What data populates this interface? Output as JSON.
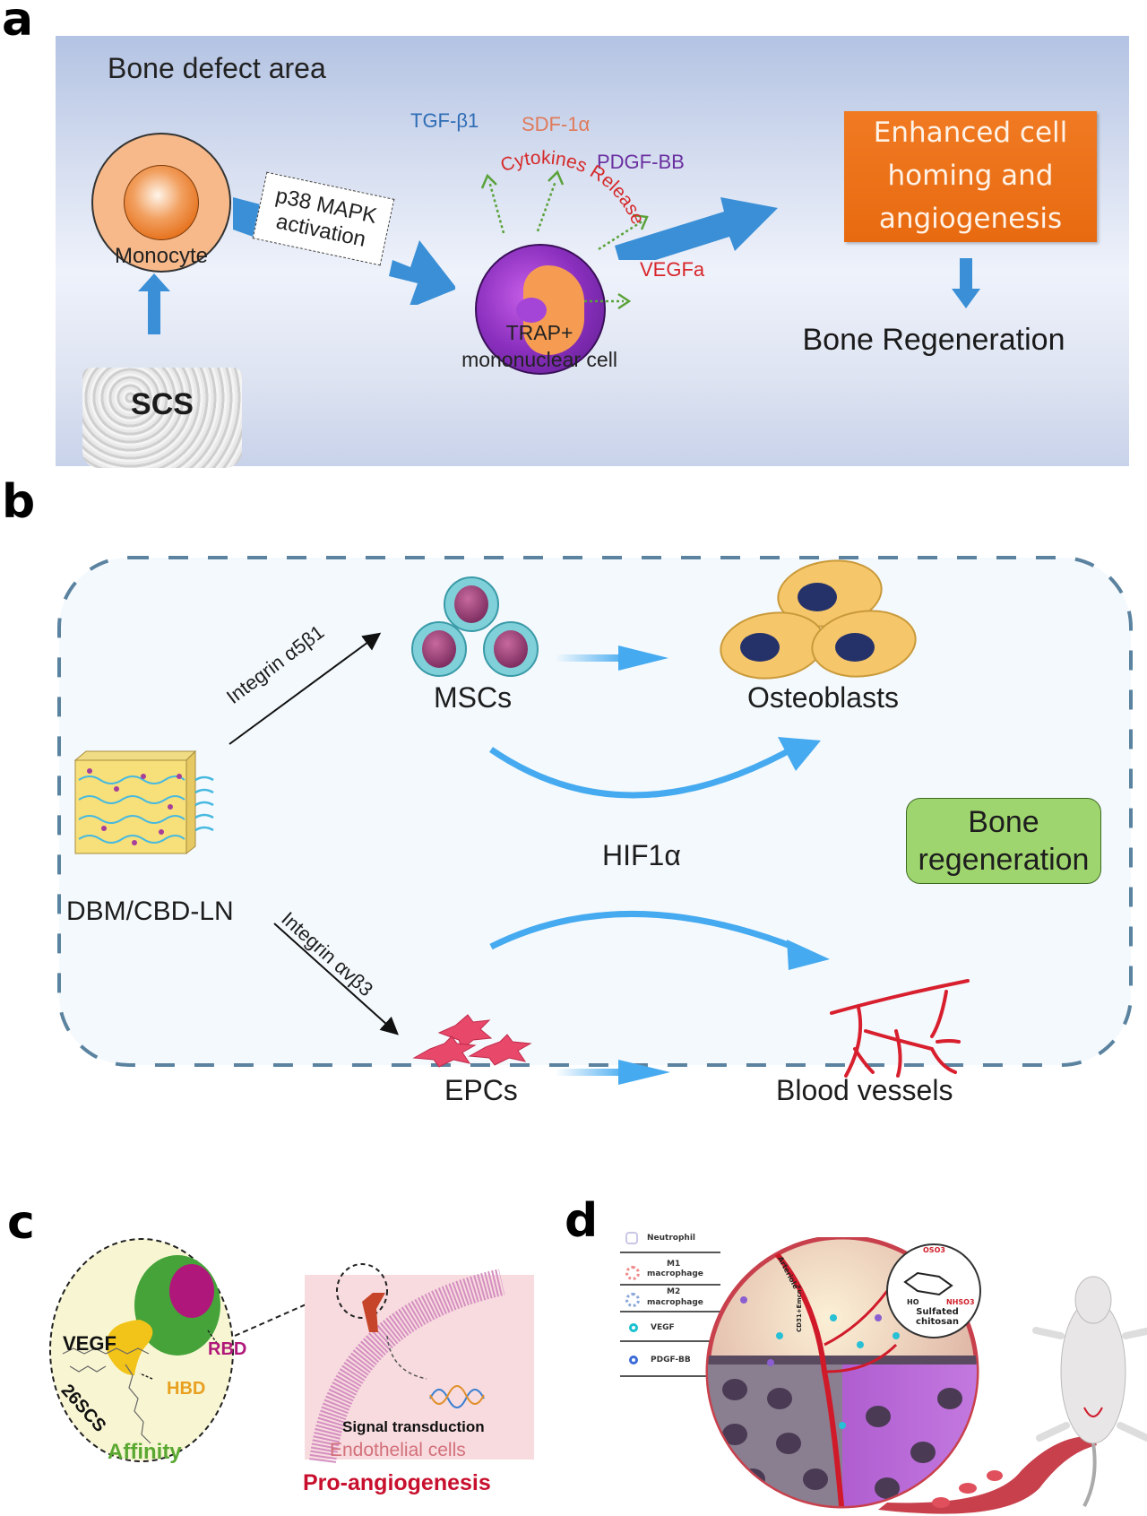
{
  "figure": {
    "panels": {
      "a": {
        "letter": "a",
        "title": "Bone defect area",
        "monocyte_label": "Monocyte",
        "scaffold_label": "SCS",
        "pathway_box": {
          "line1": "p38 MAPK",
          "line2": "activation"
        },
        "trap_cell_label": {
          "line1": "TRAP+",
          "line2": "mononuclear cell"
        },
        "release_label": "Cytokines Release",
        "cytokines": [
          {
            "name": "TGF-β1",
            "color": "#2f6db5"
          },
          {
            "name": "SDF-1α",
            "color": "#e07a5a"
          },
          {
            "name": "PDGF-BB",
            "color": "#6a2fa0"
          },
          {
            "name": "VEGFa",
            "color": "#d8262a"
          }
        ],
        "outcome_box": {
          "line1": "Enhanced cell",
          "line2": "homing and",
          "line3": "angiogenesis"
        },
        "final_outcome": "Bone Regeneration"
      },
      "b": {
        "letter": "b",
        "scaffold_label": "DBM/CBD-LN",
        "upper_pathway_label": "Integrin α5β1",
        "lower_pathway_label": "Integrin αvβ3",
        "msc_label": "MSCs",
        "osteoblast_label": "Osteoblasts",
        "epc_label": "EPCs",
        "vessel_label": "Blood vessels",
        "mediator_label": "HIF1α",
        "outcome_box": {
          "line1": "Bone",
          "line2": "regeneration"
        }
      },
      "c": {
        "letter": "c",
        "growth_factor_label": "VEGF",
        "rbd_label": "RBD",
        "hbd_label": "HBD",
        "polymer_label": "26SCS",
        "affinity_label": "Affinity",
        "signal_label": "Signal transduction",
        "cell_label": "Endothelial cells",
        "effect_label": "Pro-angiogenesis"
      },
      "d": {
        "letter": "d",
        "legend": [
          {
            "line1": "Neutrophil",
            "line2": "",
            "icon": "neutrophil-icon"
          },
          {
            "line1": "M1",
            "line2": "macrophage",
            "icon": "m1-macrophage-icon"
          },
          {
            "line1": "M2",
            "line2": "macrophage",
            "icon": "m2-macrophage-icon"
          },
          {
            "line1": "VEGF",
            "line2": "",
            "icon": "vegf-dot-icon"
          },
          {
            "line1": "PDGF-BB",
            "line2": "",
            "icon": "pdgf-dot-icon"
          }
        ],
        "vessel_label": "Arteriole",
        "marker_label": "CD31+Emcn+",
        "chem_groups": {
          "top": "OSO3",
          "left": "HO",
          "right": "NHSO3"
        },
        "chem_label": {
          "line1": "Sulfated",
          "line2": "chitosan"
        }
      }
    }
  }
}
